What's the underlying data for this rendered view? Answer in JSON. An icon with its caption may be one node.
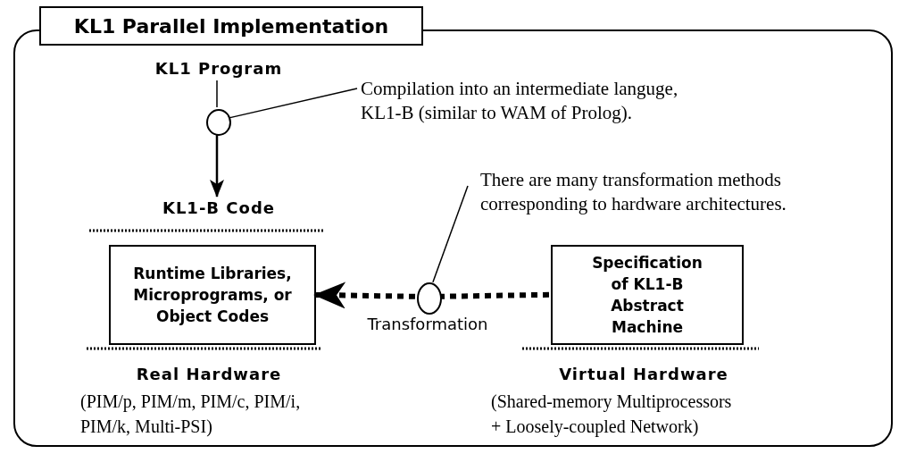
{
  "diagram": {
    "nodes": [
      {
        "text": [
          "KL1 Parallel Implementation"
        ]
      },
      {
        "text": [
          "KL1 Program"
        ],
        "in": 0
      },
      {
        "text": [
          "KL1-B Code"
        ],
        "in": 0
      },
      {
        "text": [
          "Runtime Libraries, Microprograms, or Object Codes"
        ],
        "in": 0,
        "beside": [
          "Real Hardware",
          "(PIM/p, PIM/m, PIM/c, PIM/i, PIM/k, Multi-PSI)"
        ]
      },
      {
        "text": [
          "Specification of KL1-B Abstract Machine"
        ],
        "in": 0,
        "beside": [
          "Virtual Hardware",
          "(Shared-memory Multiprocessors + Loosely-coupled Network)"
        ]
      },
      {
        "text": [
          "Compilation into an intermediate languge, KL1-B (similar to WAM of Prolog)."
        ],
        "in": 0
      },
      {
        "text": [
          "There are many transformation methods corresponding to hardware architectures."
        ],
        "in": 0
      },
      {
        "text": [],
        "shape": "circle",
        "in": 0
      },
      {
        "text": [],
        "shape": "circle",
        "in": 0
      }
    ],
    "edges": [
      {
        "from": 1,
        "to": 7,
        "arrow": "none"
      },
      {
        "from": 7,
        "to": 2,
        "arrow": "to"
      },
      {
        "from": 4,
        "to": 8,
        "arrow": "none",
        "style": "dashed"
      },
      {
        "from": 8,
        "to": 3,
        "arrow": "to",
        "label": "Transformation",
        "style": "dashed"
      },
      {
        "from": 5,
        "to": 7,
        "arrow": "none"
      },
      {
        "from": 6,
        "to": 8,
        "arrow": "none"
      }
    ]
  }
}
